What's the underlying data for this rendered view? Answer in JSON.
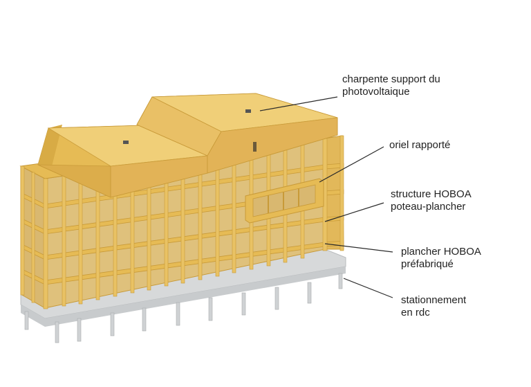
{
  "colors": {
    "timber": "#e6bb55",
    "timber_light": "#f0cf78",
    "timber_dark": "#c89a38",
    "interior": "#d9b870",
    "concrete": "#d7d9da",
    "concrete_dark": "#b9bcbe",
    "leader": "#2a2a2a",
    "text": "#222222"
  },
  "annotations": [
    {
      "id": "roof-pv",
      "lines": [
        "charpente support du",
        "photovoltaique"
      ]
    },
    {
      "id": "oriel",
      "lines": [
        "oriel rapporté"
      ]
    },
    {
      "id": "structure",
      "lines": [
        "structure HOBOA",
        "poteau-plancher"
      ]
    },
    {
      "id": "plancher",
      "lines": [
        "plancher HOBOA",
        "préfabriqué"
      ]
    },
    {
      "id": "parking",
      "lines": [
        "stationnement",
        "en rdc"
      ]
    }
  ]
}
